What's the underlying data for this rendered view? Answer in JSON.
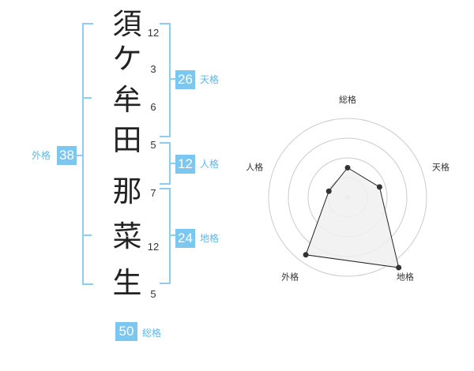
{
  "name_chars": [
    {
      "char": "須",
      "strokes": "12"
    },
    {
      "char": "ケ",
      "strokes": "3"
    },
    {
      "char": "牟",
      "strokes": "6"
    },
    {
      "char": "田",
      "strokes": "5"
    },
    {
      "char": "那",
      "strokes": "7"
    },
    {
      "char": "菜",
      "strokes": "12"
    },
    {
      "char": "生",
      "strokes": "5"
    }
  ],
  "kaku": {
    "tenkaku": {
      "value": "26",
      "label": "天格"
    },
    "jinkaku": {
      "value": "12",
      "label": "人格"
    },
    "chikaku": {
      "value": "24",
      "label": "地格"
    },
    "gaikaku": {
      "value": "38",
      "label": "外格"
    },
    "soukaku": {
      "value": "50",
      "label": "総格"
    }
  },
  "chart_data": {
    "type": "radar",
    "axes": [
      "総格",
      "天格",
      "地格",
      "外格",
      "人格"
    ],
    "rings": 4,
    "max": 4,
    "values": [
      1.5,
      1.7,
      4.4,
      3.6,
      1.0
    ],
    "colors": {
      "fill": "#f0f0f0",
      "line": "#222222",
      "ring": "#cccccc"
    }
  },
  "colors": {
    "accent": "#7cc7f0",
    "bracket": "#8ecdf2",
    "label": "#5bb8ea"
  }
}
